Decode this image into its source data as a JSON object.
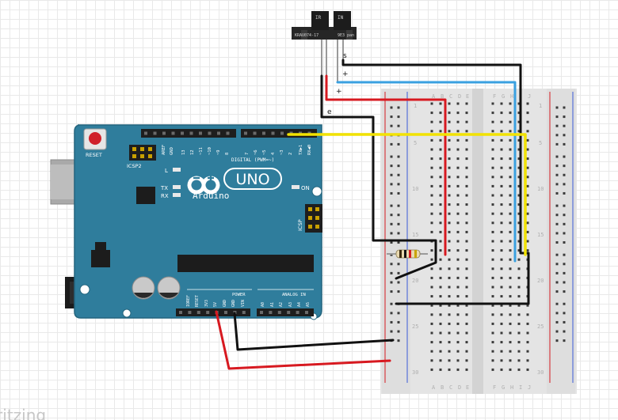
{
  "sensor": {
    "left_label": "IR",
    "right_label": "IN",
    "part_number": "KRAU074-17",
    "right_mark": "9E3 pan"
  },
  "wire_labels": {
    "s": "s",
    "plus1": "+",
    "plus2": "+",
    "e": "e"
  },
  "arduino": {
    "reset": "RESET",
    "icsp2": "ICSP2",
    "l": "L",
    "tx": "TX",
    "rx": "RX",
    "on": "ON",
    "logo": "Arduino",
    "uno": "UNO",
    "digital": "DIGITAL (PWM=~)",
    "icsp": "ICSP",
    "power": "POWER",
    "analog": "ANALOG IN",
    "top_header_labels": [
      "AREF",
      "GND",
      "13",
      "12",
      "~11",
      "~10",
      "~9",
      "8",
      "7",
      "~6",
      "~5",
      "4",
      "~3",
      "2",
      "TX▶1",
      "RX◀0"
    ],
    "power_labels": [
      "IOREF",
      "RESET",
      "3V3",
      "5V",
      "GND",
      "GND",
      "VIN"
    ],
    "analog_labels": [
      "A0",
      "A1",
      "A2",
      "A3",
      "A4",
      "A5"
    ]
  },
  "breadboard": {
    "col_letters_left": [
      "A",
      "B",
      "C",
      "D",
      "E"
    ],
    "col_letters_right": [
      "F",
      "G",
      "H",
      "I",
      "J"
    ],
    "row_numbers": [
      "1",
      "5",
      "10",
      "15",
      "20",
      "25",
      "30"
    ]
  },
  "watermark": "fritzing",
  "colors": {
    "board": "#2f7d9c",
    "board_dark": "#1f5f78",
    "red": "#d71920",
    "blue": "#3aa0e0",
    "yellow": "#f2e200",
    "black": "#111111"
  }
}
